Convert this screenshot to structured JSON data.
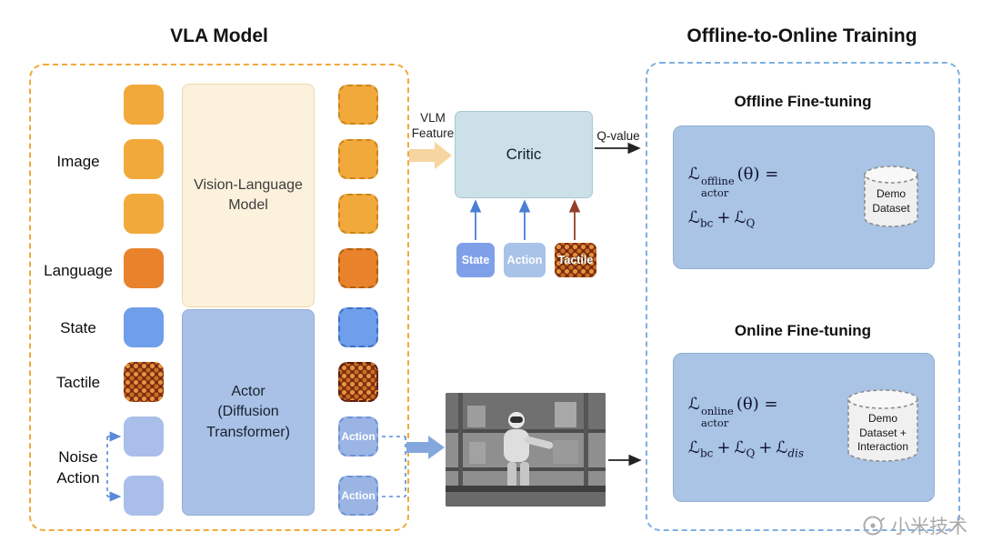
{
  "titles": {
    "left": "VLA Model",
    "right": "Offline-to-Online Training"
  },
  "vla": {
    "labels": {
      "image": "Image",
      "language": "Language",
      "state": "State",
      "tactile": "Tactile",
      "noise1": "Noise",
      "noise2": "Action"
    },
    "vlm_model": "Vision-Language Model",
    "actor": {
      "line1": "Actor",
      "line2": "(Diffusion",
      "line3": "Transformer)"
    },
    "action_token": "Action"
  },
  "critic": {
    "feature1": "VLM",
    "feature2": "Feature",
    "title": "Critic",
    "q_value": "Q-value",
    "inputs": {
      "state": "State",
      "action": "Action",
      "tactile": "Tactile"
    }
  },
  "offline": {
    "heading": "Offline Fine-tuning",
    "formula": {
      "L": "ℒ",
      "sup": "offline",
      "sub": "actor",
      "theta": "(θ) =",
      "L2": "ℒ",
      "sub2": "bc",
      "plus": "+",
      "L3": "ℒ",
      "sub3": "Q"
    },
    "dataset": {
      "line1": "Demo",
      "line2": "Dataset"
    }
  },
  "online": {
    "heading": "Online Fine-tuning",
    "formula": {
      "L": "ℒ",
      "sup": "online",
      "sub": "actor",
      "theta": "(θ) =",
      "L2": "ℒ",
      "sub2": "bc",
      "plus": "+",
      "L3": "ℒ",
      "sub3": "Q",
      "plus2": "+",
      "L4": "ℒ",
      "sub4": "dis"
    },
    "dataset": {
      "line1": "Demo",
      "line2": "Dataset +",
      "line3": "Interaction"
    }
  },
  "watermark": "小米技术",
  "colors": {
    "token_orange": "#F2A93B",
    "token_orange_dark": "#E8822B",
    "token_blue": "#6F9EEA",
    "token_lightblue": "#A9BEE8",
    "tactile_base": "#7A2B12",
    "vla_border": "#F2A93B",
    "training_border": "#7FB0E0",
    "critic_fill": "#CBE0E8",
    "finetune_fill": "#A9C4E4"
  }
}
